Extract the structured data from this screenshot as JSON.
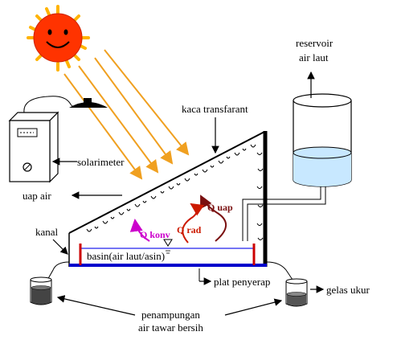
{
  "labels": {
    "kaca": "kaca transfarant",
    "reservoir_1": "reservoir",
    "reservoir_2": "air laut",
    "solarimeter": "solarimeter",
    "uap_air": "uap air",
    "kanal": "kanal",
    "q_uap": "Q uap",
    "q_rad": "Q rad",
    "q_konv": "Q konv",
    "basin": "basin(air laut/asin)",
    "plat": "plat penyerap",
    "gelas": "gelas ukur",
    "penampungan_1": "penampungan",
    "penampungan_2": "air tawar bersih"
  },
  "colors": {
    "sun": "#ff3300",
    "sun_rays": "#ffb300",
    "light_rays": "#f0a020",
    "basin_line": "#0000cc",
    "water": "#2222ee",
    "plate_side": "#cc0000",
    "q_uap": "#7a1010",
    "q_rad": "#cc1a00",
    "q_konv": "#cc00cc",
    "reservoir_water": "#c8e8ff"
  },
  "icons": {
    "sun": "sun-icon",
    "solarimeter": "solarimeter-device-icon",
    "sensor": "pyranometer-sensor-icon",
    "reservoir": "reservoir-tank-icon",
    "beaker": "beaker-icon"
  }
}
